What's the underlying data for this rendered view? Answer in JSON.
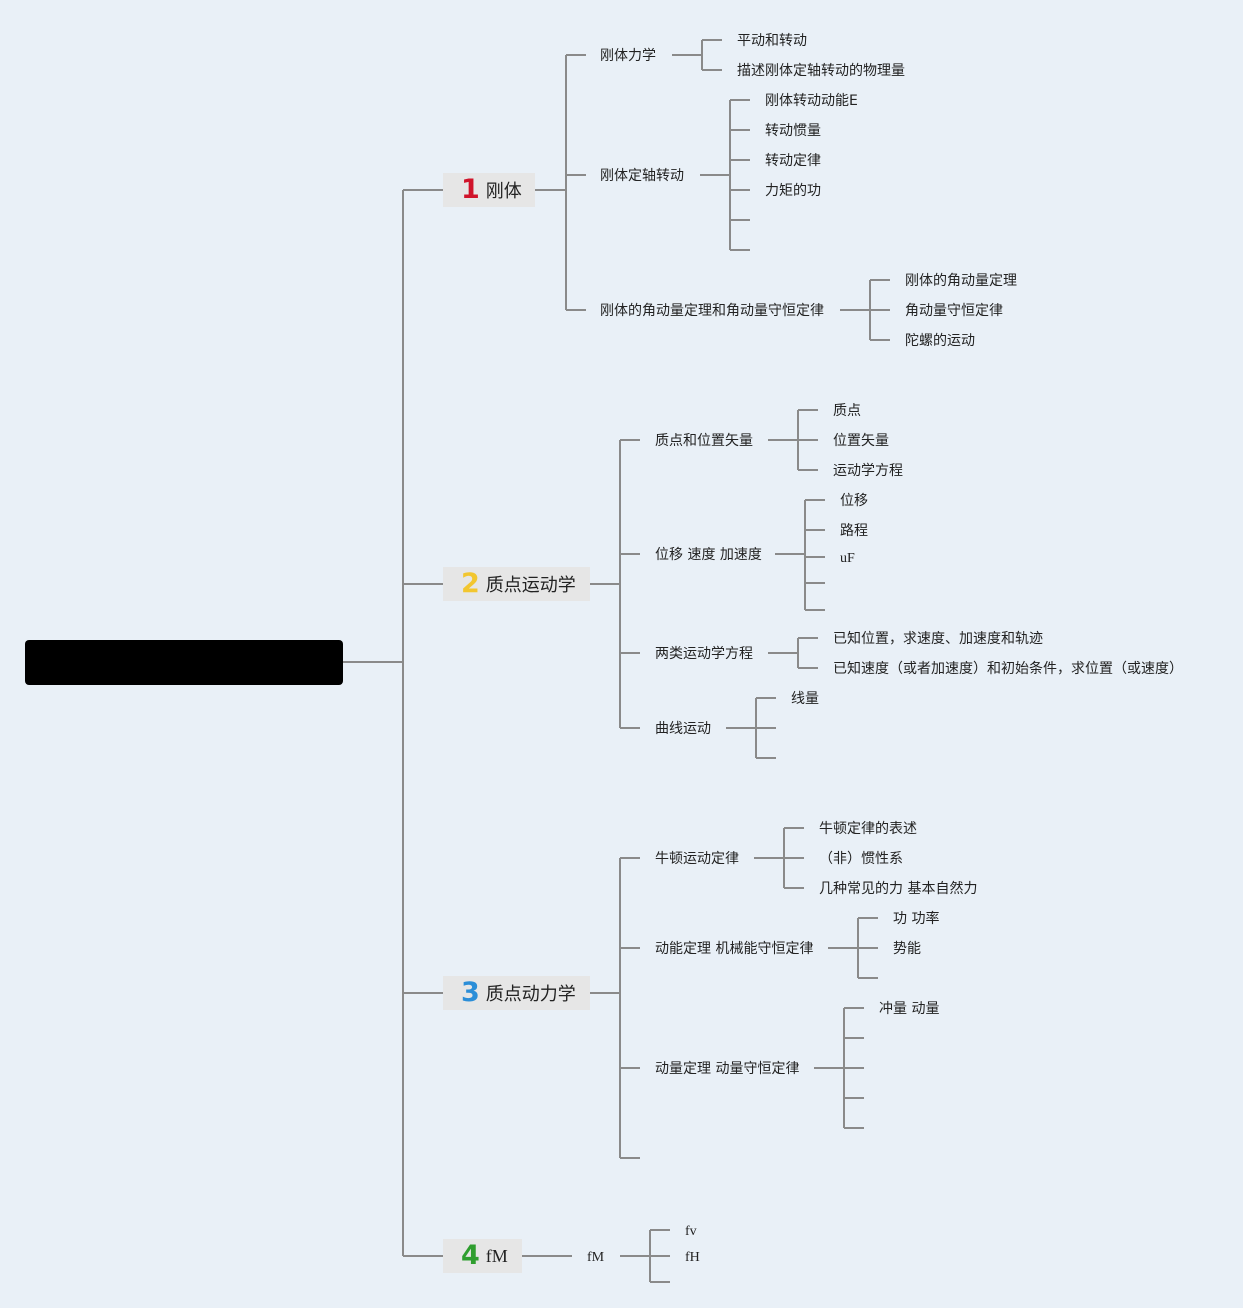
{
  "root": {
    "label": ""
  },
  "topics": [
    {
      "num": "1",
      "color": "#d0142b",
      "label": "刚体"
    },
    {
      "num": "2",
      "color": "#f2c62f",
      "label": "质点运动学"
    },
    {
      "num": "3",
      "color": "#2b8ed8",
      "label": "质点动力学"
    },
    {
      "num": "4",
      "color": "#2f9e2f",
      "label": "fM"
    }
  ],
  "t1": {
    "sub1": "刚体力学",
    "sub1_items": [
      "平动和转动",
      "描述刚体定轴转动的物理量"
    ],
    "sub2": "刚体定轴转动",
    "sub2_items": [
      "刚体转动动能E",
      "转动惯量",
      "转动定律",
      "力矩的功"
    ],
    "sub3": "刚体的角动量定理和角动量守恒定律",
    "sub3_items": [
      "刚体的角动量定理",
      "角动量守恒定律",
      "陀螺的运动"
    ]
  },
  "t2": {
    "sub1": "质点和位置矢量",
    "sub1_items": [
      "质点",
      "位置矢量",
      "运动学方程"
    ],
    "sub2": "位移 速度 加速度",
    "sub2_items": [
      "位移",
      "路程",
      "uF"
    ],
    "sub3": "两类运动学方程",
    "sub3_items": [
      "已知位置，求速度、加速度和轨迹",
      "已知速度（或者加速度）和初始条件，求位置（或速度）"
    ],
    "sub4": "曲线运动",
    "sub4_items": [
      "线量"
    ]
  },
  "t3": {
    "sub1": "牛顿运动定律",
    "sub1_items": [
      "牛顿定律的表述",
      "（非）惯性系",
      "几种常见的力 基本自然力"
    ],
    "sub2": "动能定理 机械能守恒定律",
    "sub2_items": [
      "功 功率",
      "势能"
    ],
    "sub3": "动量定理 动量守恒定律",
    "sub3_items": [
      "冲量 动量"
    ]
  },
  "t4": {
    "sub1": "fM",
    "sub1_items": [
      "fv",
      "fH"
    ]
  },
  "colors": {
    "background": "#e9f0f7",
    "line": "#8a8a8a",
    "topic_box": "#e6e6e6",
    "root": "#000000"
  }
}
